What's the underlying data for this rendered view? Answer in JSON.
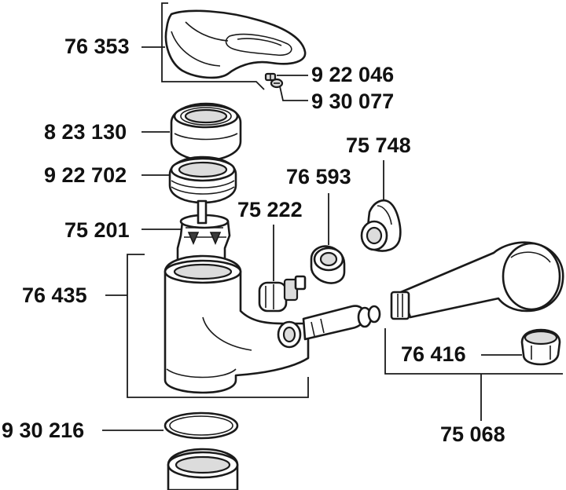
{
  "labels": {
    "handle": "76 353",
    "screw_a": "9 22 046",
    "screw_b": "9 30 077",
    "cap": "8 23 130",
    "nut_ring": "9 22 702",
    "cartridge": "75 201",
    "body": "76 435",
    "valve": "75 222",
    "nut_small": "76 593",
    "lever": "75 748",
    "aerator": "76 416",
    "spray_head": "75 068",
    "seal_ring": "9 30 216"
  },
  "colors": {
    "line": "#1a1a1a",
    "fill": "#ffffff",
    "shade": "#dcdcdc"
  }
}
